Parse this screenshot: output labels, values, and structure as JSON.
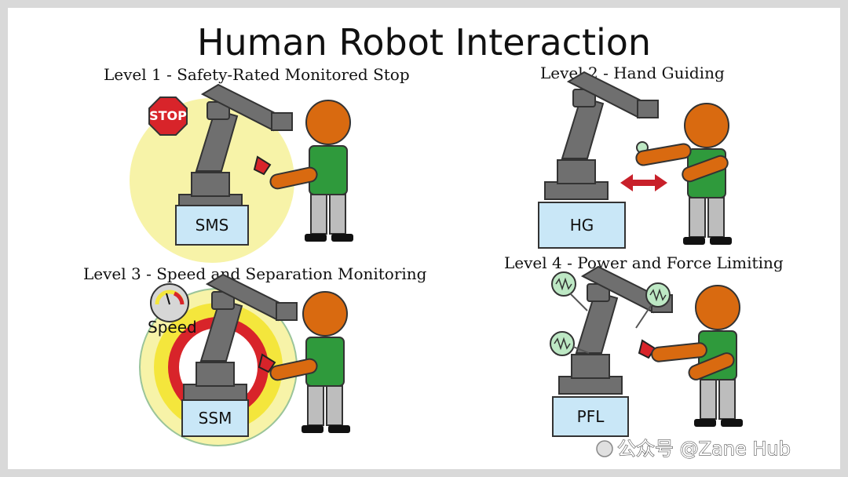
{
  "title": "Human Robot Interaction",
  "panels": [
    {
      "heading": "Level 1 - Safety-Rated Monitored Stop",
      "box": "SMS",
      "sign": "STOP"
    },
    {
      "heading": "Level 2 - Hand Guiding",
      "box": "HG"
    },
    {
      "heading": "Level 3 - Speed and Separation Monitoring",
      "box": "SSM",
      "gauge_label": "Speed"
    },
    {
      "heading": "Level 4 - Power and Force Limiting",
      "box": "PFL"
    }
  ],
  "watermark": "公众号 @Zane Hub",
  "colors": {
    "robot": "#6f6f6f",
    "robot_outline": "#333333",
    "box_fill": "#c9e7f7",
    "safety_zone": "#f7f3a8",
    "ring_red": "#d8242a",
    "ring_yellow": "#f4e63c",
    "shirt": "#2f9a3c",
    "head": "#d96a10",
    "arrow": "#c8202a"
  }
}
